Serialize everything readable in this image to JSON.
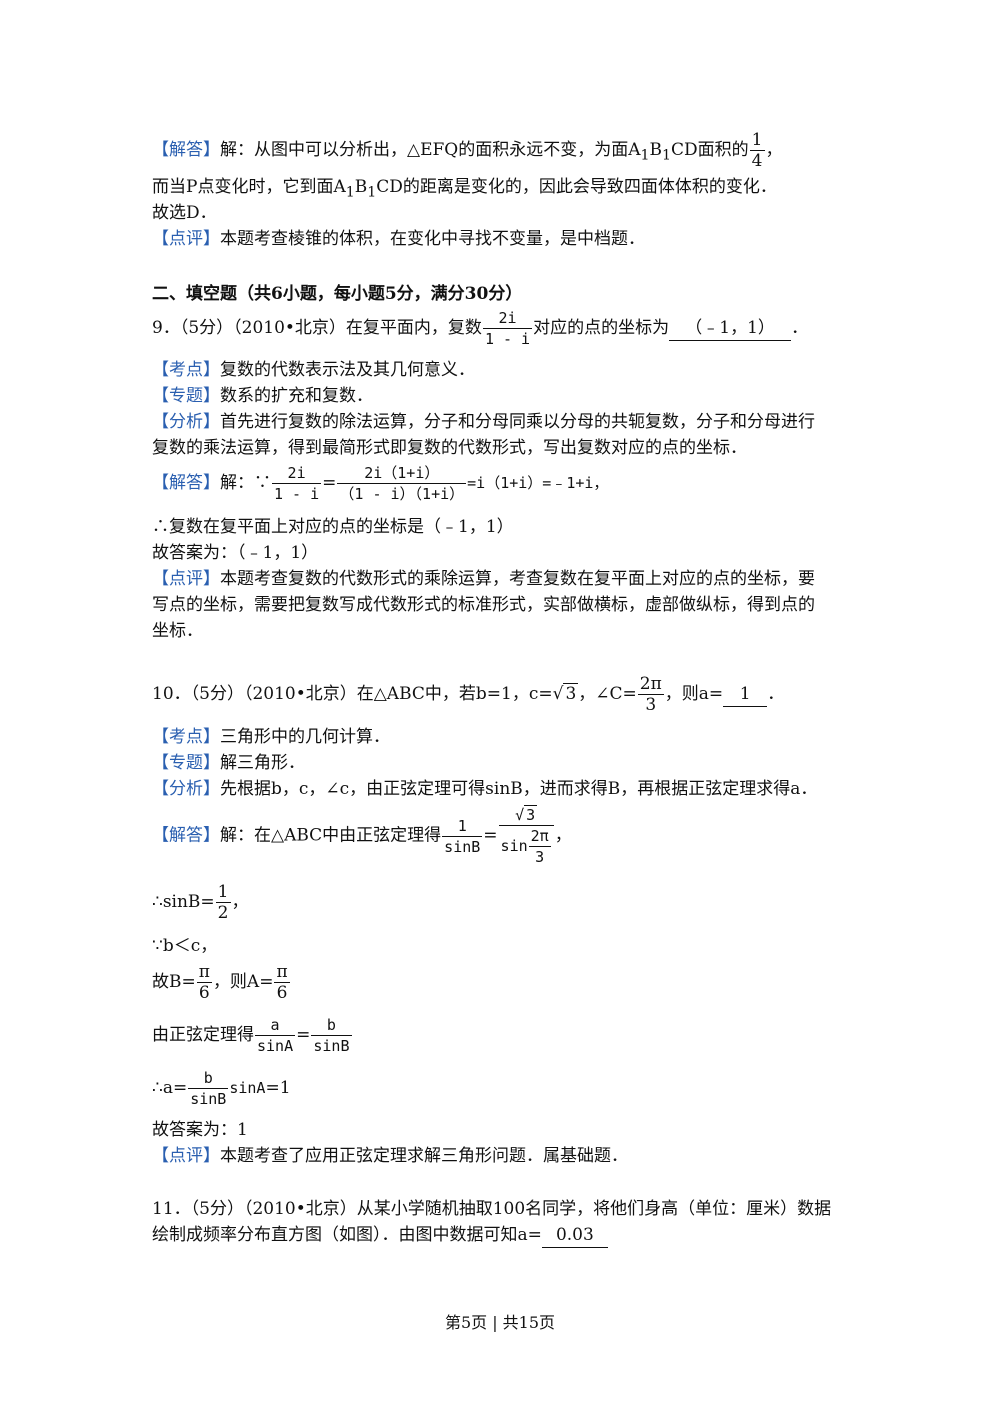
{
  "prev": {
    "jieda_tag": "【解答】",
    "jieda_text": "解：从图中可以分析出，△EFQ的面积永远不变，为面A",
    "jieda_sub1": "1",
    "jieda_b": "B",
    "jieda_sub2": "1",
    "jieda_text2": "CD面积的",
    "jieda_frac_n": "1",
    "jieda_frac_d": "4",
    "jieda_end": "，",
    "line2a": "而当P点变化时，它到面A",
    "line2_sub1": "1",
    "line2_b": "B",
    "line2_sub2": "1",
    "line2b": "CD的距离是变化的，因此会导致四面体体积的变化．",
    "line3": "故选D．",
    "dianping_tag": "【点评】",
    "dianping_text": "本题考查棱锥的体积，在变化中寻找不变量，是中档题．"
  },
  "section_title": "二、填空题（共6小题，每小题5分，满分30分）",
  "q9": {
    "head": "9．（5分）（2010•北京）在复平面内，复数",
    "frac_n": "2i",
    "frac_d": "1 - i",
    "tail": "对应的点的坐标为",
    "answer": "（﹣1，1）",
    "end": "．",
    "kaodian_tag": "【考点】",
    "kaodian": "复数的代数表示法及其几何意义．",
    "zhuanti_tag": "【专题】",
    "zhuanti": "数系的扩充和复数．",
    "fenxi_tag": "【分析】",
    "fenxi1": "首先进行复数的除法运算，分子和分母同乘以分母的共轭复数，分子和分母进行",
    "fenxi2": "复数的乘法运算，得到最简形式即复数的代数形式，写出复数对应的点的坐标．",
    "jieda_tag": "【解答】",
    "jieda_pre": "解：∵",
    "f1_n": "2i",
    "f1_d": "1 - i",
    "eq1": "=",
    "f2_n": "2i（1+i）",
    "f2_d": "（1 - i）（1+i）",
    "jieda_rest": "=i（1+i）=﹣1+i，",
    "line_therefore": "∴复数在复平面上对应的点的坐标是（﹣1，1）",
    "answer_line": "故答案为：（﹣1，1）",
    "dianping_tag": "【点评】",
    "dianping1": "本题考查复数的代数形式的乘除运算，考查复数在复平面上对应的点的坐标，要",
    "dianping2": "写点的坐标，需要把复数写成代数形式的标准形式，实部做横标，虚部做纵标，得到点的",
    "dianping3": "坐标．"
  },
  "q10": {
    "head": "10．（5分）（2010•北京）在△ABC中，若b=1，c=",
    "sqrt3": "3",
    "mid": "，∠C=",
    "frac_n": "2π",
    "frac_d": "3",
    "tail": "，则a=",
    "answer": "1",
    "end": "．",
    "kaodian_tag": "【考点】",
    "kaodian": "三角形中的几何计算．",
    "zhuanti_tag": "【专题】",
    "zhuanti": "解三角形．",
    "fenxi_tag": "【分析】",
    "fenxi": "先根据b，c，∠c，由正弦定理可得sinB，进而求得B，再根据正弦定理求得a．",
    "jieda_tag": "【解答】",
    "jieda_pre": "解：在△ABC中由正弦定理得",
    "j_f1_n": "1",
    "j_f1_d": "sinB",
    "j_eq": "=",
    "j_f2_n_sqrt": "3",
    "j_f2_d_sin": "sin",
    "j_f2_d_n": "2π",
    "j_f2_d_d": "3",
    "j_end": "，",
    "l1_pre": "∴sinB=",
    "l1_n": "1",
    "l1_d": "2",
    "l1_end": "，",
    "l2": "∵b＜c，",
    "l3_pre": "故B=",
    "l3_n": "π",
    "l3_d": "6",
    "l3_mid": "，则A=",
    "l3_n2": "π",
    "l3_d2": "6",
    "l4_pre": "由正弦定理得",
    "l4_n1": "a",
    "l4_d1": "sinA",
    "l4_eq": "=",
    "l4_n2": "b",
    "l4_d2": "sinB",
    "l5_pre": "∴a=",
    "l5_n": "b",
    "l5_d": "sinB",
    "l5_rest": "sinA",
    "l5_end": "=1",
    "answer_line": "故答案为：1",
    "dianping_tag": "【点评】",
    "dianping": "本题考查了应用正弦定理求解三角形问题．属基础题．"
  },
  "q11": {
    "line1": "11．（5分）（2010•北京）从某小学随机抽取100名同学，将他们身高（单位：厘米）数据",
    "line2_pre": "绘制成频率分布直方图（如图）．由图中数据可知a=",
    "answer": "0.03"
  },
  "footer": "第5页 | 共15页"
}
